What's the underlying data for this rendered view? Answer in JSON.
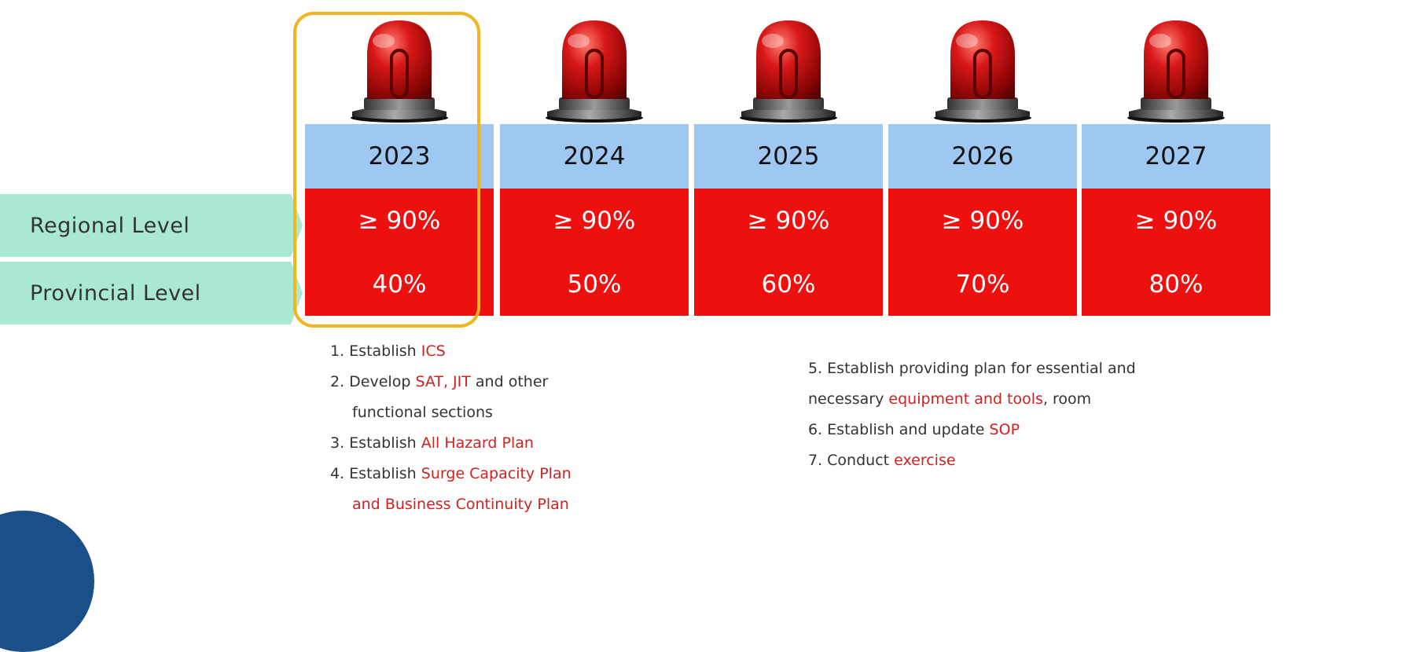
{
  "levels": {
    "regional": "Regional Level",
    "provincial": "Provincial Level"
  },
  "columns": [
    {
      "year": "2023",
      "regional": "≥ 90%",
      "provincial": "40%"
    },
    {
      "year": "2024",
      "regional": "≥ 90%",
      "provincial": "50%"
    },
    {
      "year": "2025",
      "regional": "≥ 90%",
      "provincial": "60%"
    },
    {
      "year": "2026",
      "regional": "≥ 90%",
      "provincial": "70%"
    },
    {
      "year": "2027",
      "regional": "≥ 90%",
      "provincial": "80%"
    }
  ],
  "steps_left": {
    "s1a": "1. Establish ",
    "s1b": "ICS",
    "s2a": "2. Develop ",
    "s2b": "SAT, JIT",
    "s2c": " and other",
    "s2d": "functional sections",
    "s3a": "3. Establish ",
    "s3b": "All Hazard Plan",
    "s4a": "4. Establish ",
    "s4b": "Surge Capacity Plan",
    "s4c": "and Business Continuity Plan"
  },
  "steps_right": {
    "s5a": "5. Establish providing plan for essential and",
    "s5b": "necessary ",
    "s5c": "equipment and tools",
    "s5d": ", room",
    "s6a": "6. Establish and update ",
    "s6b": "SOP",
    "s7a": "7. Conduct ",
    "s7b": "exercise"
  },
  "colors": {
    "year_band": "#9ec8f2",
    "target_red": "#ee0f0f",
    "highlight_border": "#f0b51f",
    "level_tag": "#a9e9d2",
    "accent_text": "#d21f1f"
  },
  "icons": [
    "red-alarm-beacon-icon"
  ],
  "highlighted_year": "2023"
}
